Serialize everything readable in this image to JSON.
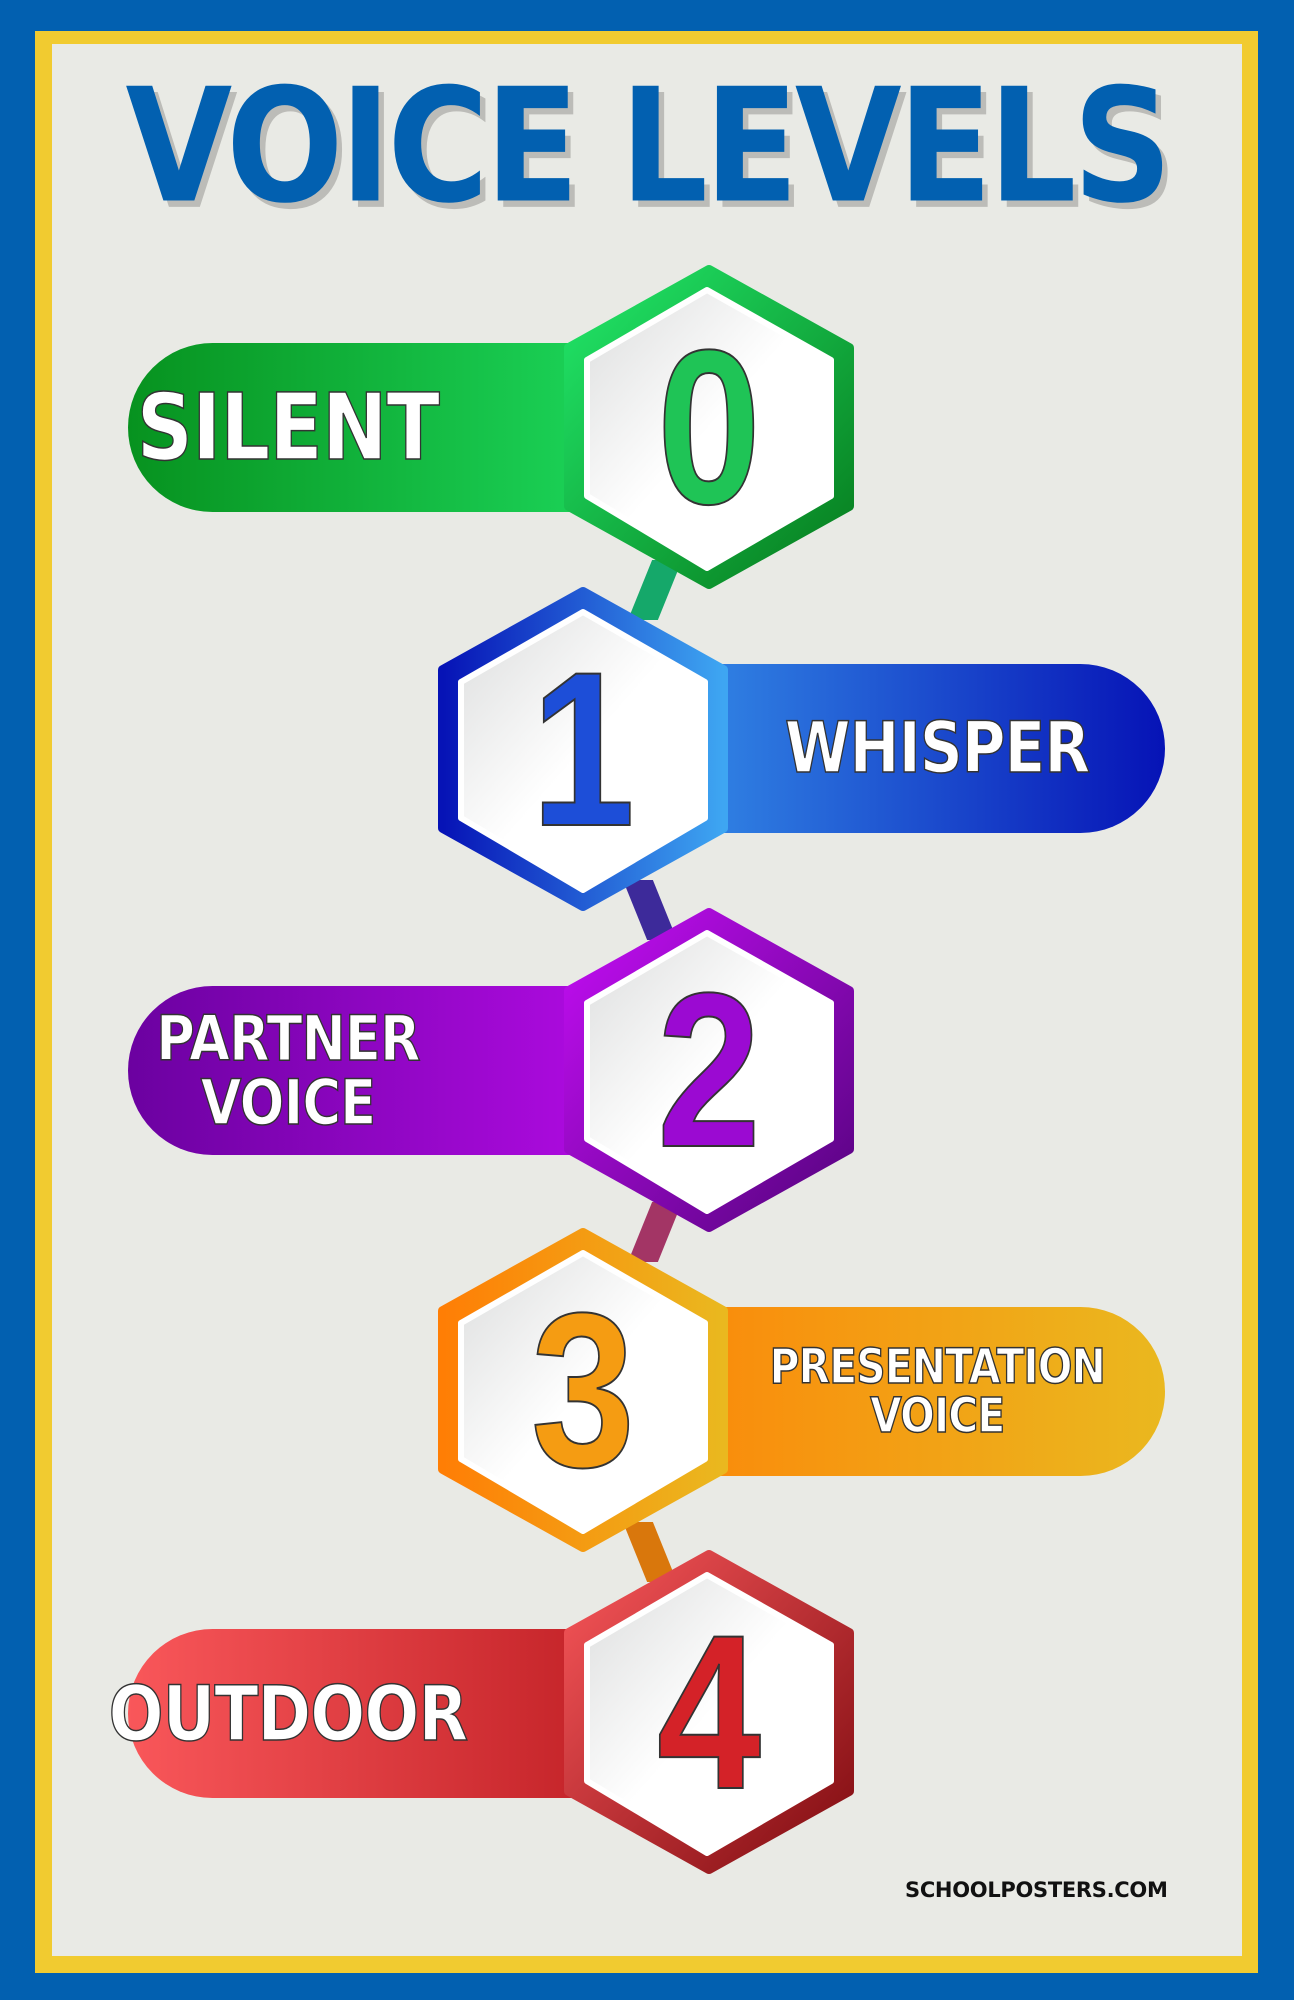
{
  "poster": {
    "title": "VOICE LEVELS",
    "footer": "SCHOOLPOSTERS.COM",
    "colors": {
      "outer_border": "#0260b0",
      "inner_border": "#f1cb30",
      "background": "#e9eae5",
      "title": "#0260b0"
    }
  },
  "levels": [
    {
      "number": "0",
      "label_line1": "SILENT",
      "label_line2": "",
      "side": "left",
      "color_dark": "#07921f",
      "color_light": "#22e86a"
    },
    {
      "number": "1",
      "label_line1": "WHISPER",
      "label_line2": "",
      "side": "right",
      "color_dark": "#0613b6",
      "color_light": "#3ea6f2"
    },
    {
      "number": "2",
      "label_line1": "PARTNER",
      "label_line2": "VOICE",
      "side": "left",
      "color_dark": "#6b01a0",
      "color_light": "#c40ef5"
    },
    {
      "number": "3",
      "label_line1": "PRESENTATION",
      "label_line2": "VOICE",
      "side": "right",
      "color_dark": "#ff7e05",
      "color_light": "#eab81f"
    },
    {
      "number": "4",
      "label_line1": "OUTDOOR",
      "label_line2": "",
      "side": "left",
      "color_dark": "#b21218",
      "color_light": "#f9575a"
    }
  ]
}
